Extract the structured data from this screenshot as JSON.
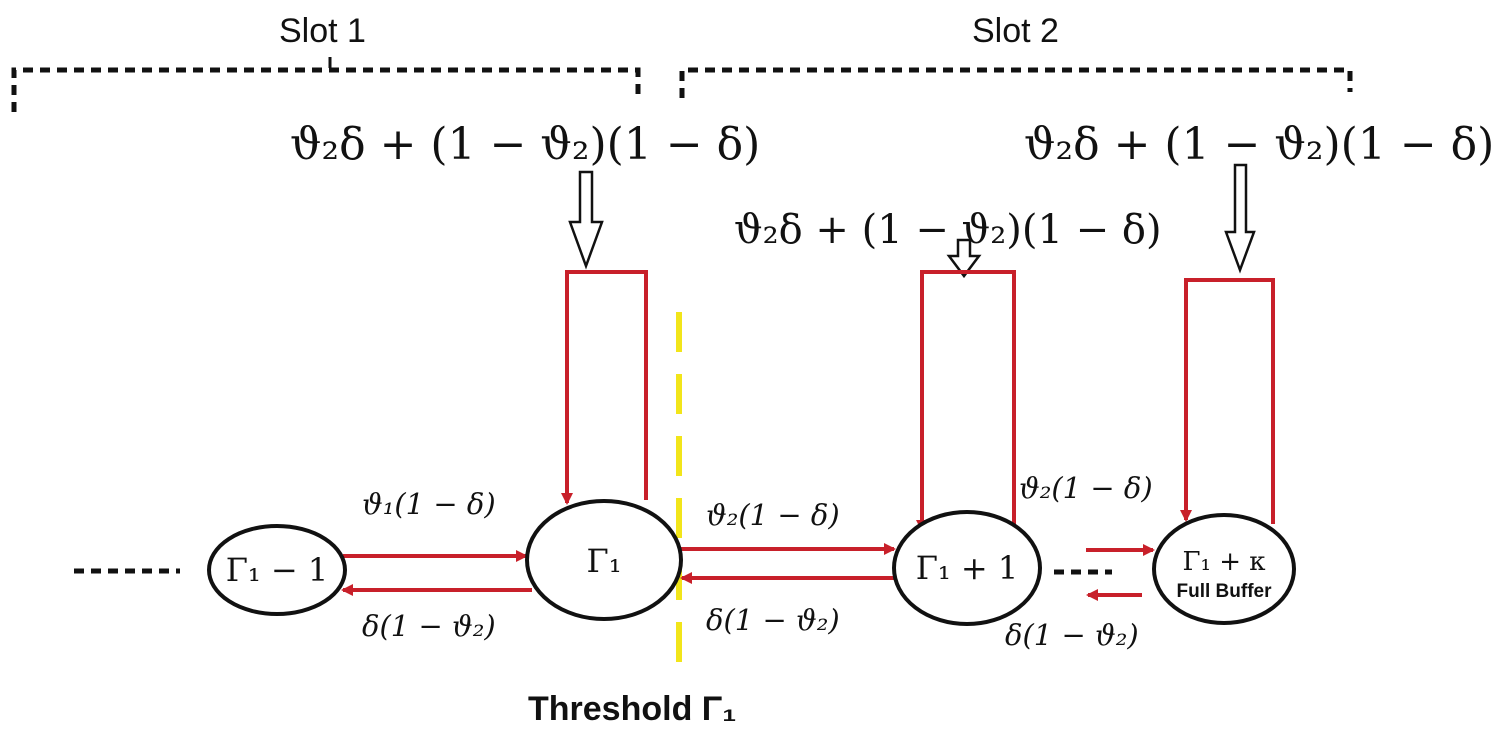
{
  "slots": {
    "slot1": "Slot 1",
    "slot2": "Slot 2"
  },
  "self_loop_rates": {
    "gamma1": "ϑ₂δ + (1 − ϑ₂)(1 − δ)",
    "gamma1_plus_1": "ϑ₂δ + (1 − ϑ₂)(1 − δ)",
    "gamma1_plus_kappa": "ϑ₂δ + (1 − ϑ₂)(1 − δ)"
  },
  "states": {
    "gamma1_minus_1": "Γ₁ − 1",
    "gamma1": "Γ₁",
    "gamma1_plus_1": "Γ₁ + 1",
    "gamma1_plus_kappa": "Γ₁ + κ",
    "full_buffer": "Full Buffer"
  },
  "transition_rates": {
    "forward_to_gamma1": "ϑ₁(1 − δ)",
    "backward_from_gamma1": "δ(1 − ϑ₂)",
    "forward_to_gamma1_plus_1": "ϑ₂(1 − δ)",
    "backward_from_gamma1_plus_1": "δ(1 − ϑ₂)",
    "forward_to_full": "ϑ₂(1 − δ)",
    "backward_from_full": "δ(1 − ϑ₂)"
  },
  "threshold_label": "Threshold Γ₁",
  "colors": {
    "transition": "#c8202a",
    "threshold_line": "#f2e51a",
    "ink": "#111111"
  }
}
